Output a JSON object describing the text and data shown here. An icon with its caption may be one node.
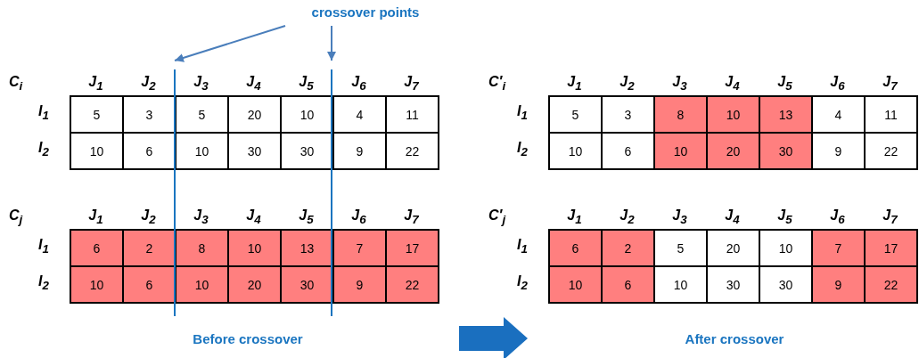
{
  "diagram": {
    "nodes": [
      {
        "text": [
          "crossover points"
        ]
      },
      {
        "text": [],
        "shape": "bar"
      },
      {
        "text": [],
        "shape": "bar"
      }
    ],
    "edges": [
      {
        "from": 0,
        "to": 1,
        "arrow": "to"
      },
      {
        "from": 0,
        "to": 2,
        "arrow": "to"
      }
    ],
    "labels": [
      "C$_{i}$",
      "J$_{1}$",
      "J$_{2}$",
      "J$_{3}$",
      "J$_{4}$",
      "J$_{5}$",
      "J$_{6}$",
      "J$_{7}$",
      "I$_{1}$",
      "5",
      "3",
      "5",
      "20",
      "10",
      "4",
      "11",
      "I$_{2}$",
      "10",
      "6",
      "10",
      "30",
      "30",
      "9",
      "22",
      "C′$_{i}$",
      "J$_{1}$",
      "J$_{2}$",
      "J$_{3}$",
      "J$_{4}$",
      "J$_{5}$",
      "J$_{6}$",
      "J$_{7}$",
      "I$_{1}$",
      "5",
      "3",
      "8",
      "10",
      "13",
      "4",
      "11",
      "I$_{2}$",
      "10",
      "6",
      "10",
      "20",
      "30",
      "9",
      "22",
      "C$_{j}$",
      "J$_{1}$",
      "J$_{2}$",
      "J$_{3}$",
      "J$_{4}$",
      "J$_{5}$",
      "J$_{6}$",
      "J$_{7}$",
      "I$_{1}$",
      "6",
      "2",
      "8",
      "10",
      "13",
      "7",
      "17",
      "I$_{2}$",
      "10",
      "6",
      "10",
      "20",
      "30",
      "9",
      "22",
      "C′$_{j}$",
      "J$_{1}$",
      "J$_{2}$",
      "J$_{3}$",
      "J$_{4}$",
      "J$_{5}$",
      "J$_{6}$",
      "J$_{7}$",
      "I$_{1}$",
      "6",
      "2",
      "5",
      "20",
      "10",
      "7",
      "17",
      "I$_{2}$",
      "10",
      "6",
      "10",
      "30",
      "30",
      "9",
      "22",
      "Before crossover",
      "After crossover"
    ]
  }
}
